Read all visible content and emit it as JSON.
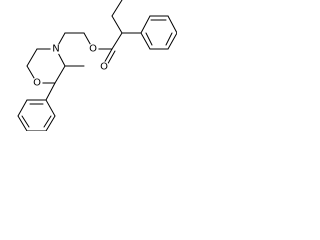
{
  "molecule": {
    "atoms": {
      "ring_nitrogen": "N",
      "ring_oxygen": "O",
      "ester_oxygen": "O",
      "carbonyl_oxygen": "O"
    }
  }
}
